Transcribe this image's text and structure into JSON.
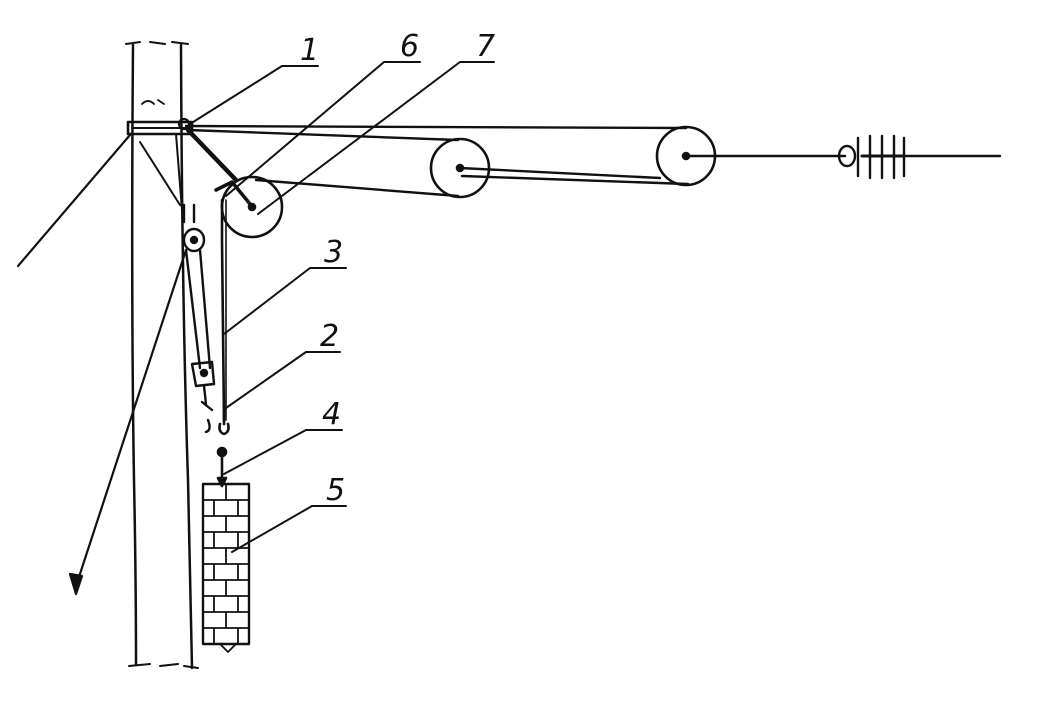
{
  "figure": {
    "ink_color": "#111111",
    "background_color": "#ffffff",
    "callouts": [
      {
        "id": "c1",
        "label": "1"
      },
      {
        "id": "c6",
        "label": "6"
      },
      {
        "id": "c7",
        "label": "7"
      },
      {
        "id": "c3",
        "label": "3"
      },
      {
        "id": "c2",
        "label": "2"
      },
      {
        "id": "c4",
        "label": "4"
      },
      {
        "id": "c5",
        "label": "5"
      }
    ]
  }
}
